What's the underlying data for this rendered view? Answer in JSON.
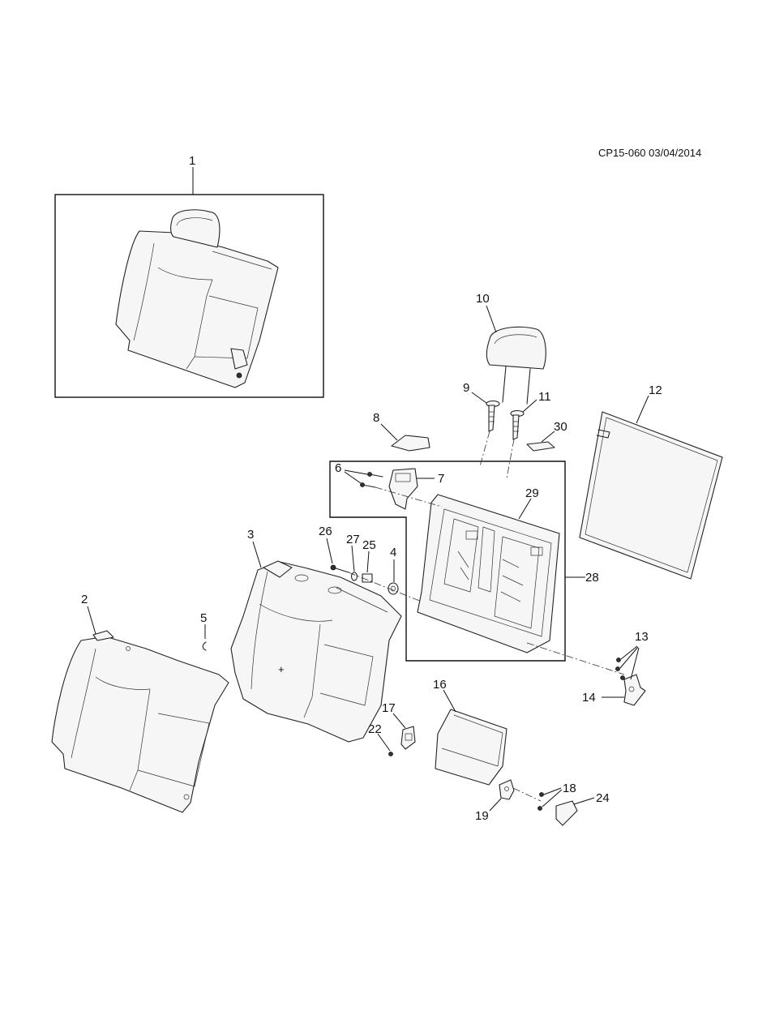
{
  "document": {
    "code": "CP15-060 03/04/2014"
  },
  "callouts": [
    "1",
    "2",
    "3",
    "4",
    "5",
    "6",
    "7",
    "8",
    "9",
    "10",
    "11",
    "12",
    "13",
    "14",
    "16",
    "17",
    "18",
    "19",
    "22",
    "24",
    "25",
    "26",
    "27",
    "28",
    "29",
    "30"
  ]
}
